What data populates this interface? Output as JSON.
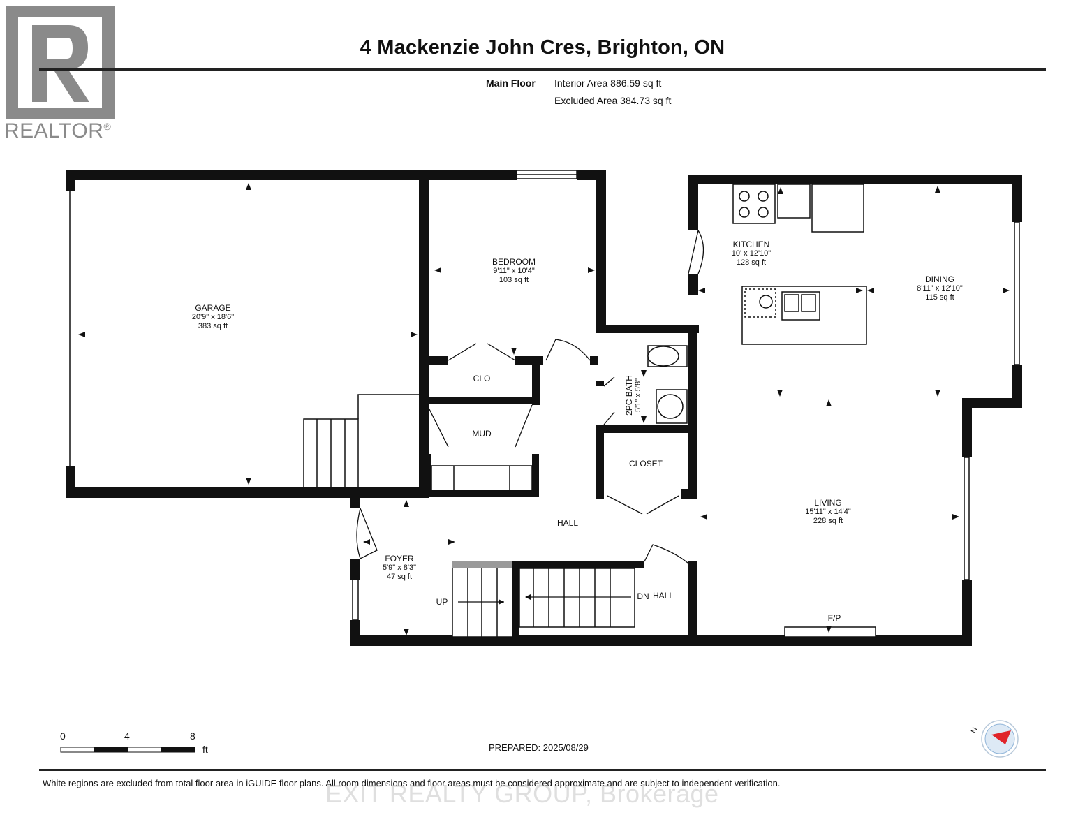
{
  "header": {
    "title": "4 Mackenzie John Cres, Brighton, ON",
    "floor_label": "Main Floor",
    "interior_area": "Interior Area 886.59 sq ft",
    "excluded_area": "Excluded Area 384.73 sq ft"
  },
  "logo": {
    "text": "REALTOR",
    "mark": "®"
  },
  "rooms": {
    "garage": {
      "name": "GARAGE",
      "dims": "20'9\" x 18'6\"",
      "area": "383 sq ft"
    },
    "bedroom": {
      "name": "BEDROOM",
      "dims": "9'11\" x 10'4\"",
      "area": "103 sq ft"
    },
    "kitchen": {
      "name": "KITCHEN",
      "dims": "10' x 12'10\"",
      "area": "128 sq ft"
    },
    "dining": {
      "name": "DINING",
      "dims": "8'11\" x 12'10\"",
      "area": "115 sq ft"
    },
    "bath": {
      "name": "2PC BATH",
      "dims": "5'1\" x 5'8\""
    },
    "clo": {
      "name": "CLO"
    },
    "mud": {
      "name": "MUD"
    },
    "closet": {
      "name": "CLOSET"
    },
    "hall": {
      "name": "HALL"
    },
    "hall2": {
      "name": "HALL"
    },
    "living": {
      "name": "LIVING",
      "dims": "15'11\" x 14'4\"",
      "area": "228 sq ft"
    },
    "foyer": {
      "name": "FOYER",
      "dims": "5'9\" x 8'3\"",
      "area": "47 sq ft"
    },
    "up": "UP",
    "dn": "DN",
    "fp": "F/P"
  },
  "scale": {
    "ticks": [
      "0",
      "4",
      "8"
    ],
    "unit": "ft"
  },
  "prepared": "PREPARED: 2025/08/29",
  "footer": {
    "note": "White regions are excluded from total floor area in iGUIDE floor plans. All room dimensions and floor areas must be considered approximate and are subject to independent verification.",
    "watermark": "EXIT REALTY GROUP, Brokerage"
  },
  "compass": {
    "label": "N",
    "accent": "#e0242a",
    "ring": "#8fb4d8"
  },
  "colors": {
    "wall": "#111111",
    "stair_cap": "#9a9a9a"
  }
}
